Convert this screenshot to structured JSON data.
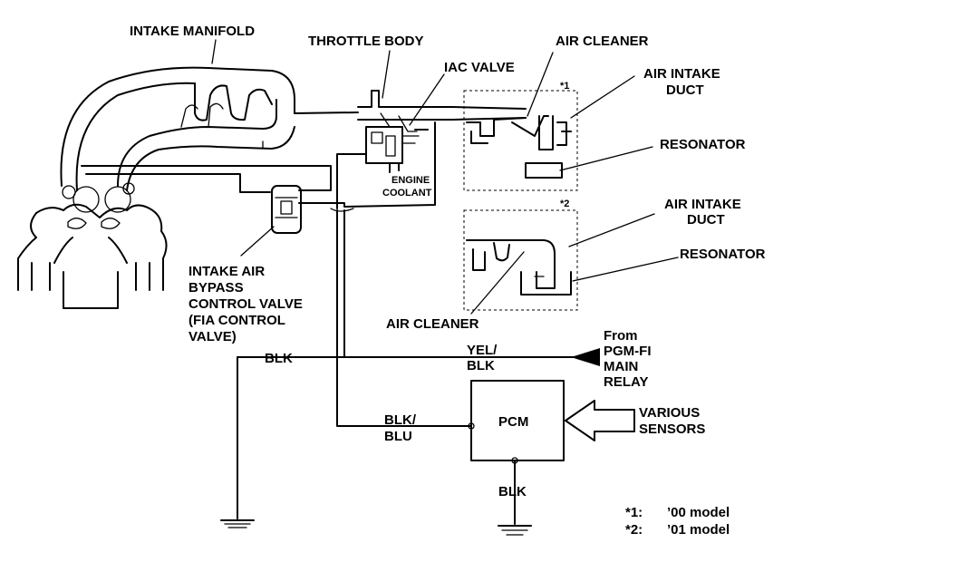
{
  "labels": {
    "intake_manifold": "INTAKE MANIFOLD",
    "throttle_body": "THROTTLE BODY",
    "iac_valve": "IAC VALVE",
    "air_cleaner_1": "AIR CLEANER",
    "air_intake_duct_1_line1": "AIR INTAKE",
    "air_intake_duct_1_line2": "DUCT",
    "resonator_1": "RESONATOR",
    "marker_1": "*1",
    "marker_2": "*2",
    "air_intake_duct_2_line1": "AIR INTAKE",
    "air_intake_duct_2_line2": "DUCT",
    "resonator_2": "RESONATOR",
    "air_cleaner_2": "AIR CLEANER",
    "engine_coolant_line1": "ENGINE",
    "engine_coolant_line2": "COOLANT",
    "bypass_valve_line1": "INTAKE AIR",
    "bypass_valve_line2": "BYPASS",
    "bypass_valve_line3": "CONTROL VALVE",
    "bypass_valve_line4": "(FIA CONTROL",
    "bypass_valve_line5": "VALVE)",
    "wire_blk_left": "BLK",
    "wire_yel_blk_line1": "YEL/",
    "wire_yel_blk_line2": "BLK",
    "from_relay_line1": "From",
    "from_relay_line2": "PGM-FI",
    "from_relay_line3": "MAIN",
    "from_relay_line4": "RELAY",
    "wire_blk_blu_line1": "BLK/",
    "wire_blk_blu_line2": "BLU",
    "pcm": "PCM",
    "various_sensors_line1": "VARIOUS",
    "various_sensors_line2": "SENSORS",
    "wire_blk_pcm": "BLK"
  },
  "legend": [
    {
      "key": "*1:",
      "value": "’00 model"
    },
    {
      "key": "*2:",
      "value": "’01 model"
    }
  ]
}
